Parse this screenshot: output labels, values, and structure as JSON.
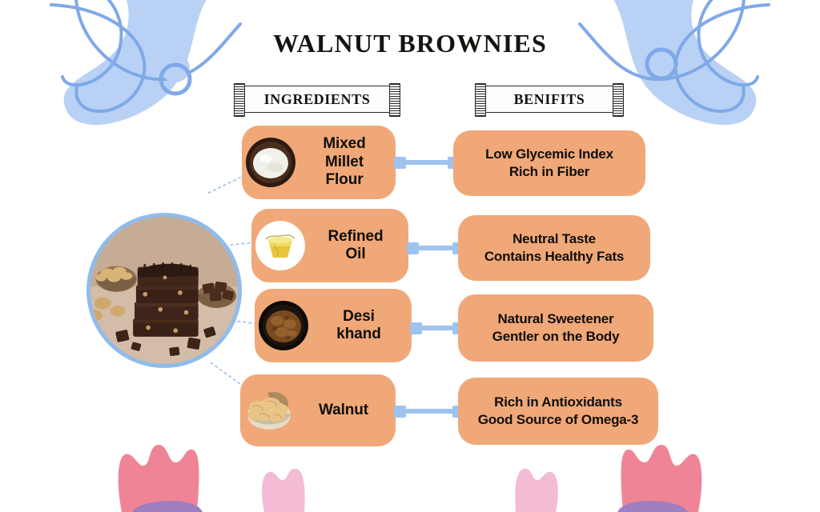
{
  "page": {
    "title": "WALNUT BROWNIES",
    "background_color": "#FFFFFF",
    "card_color": "#F0A878",
    "connector_color": "#9EC3EF",
    "ring_color": "#8FBCEB",
    "blob_color": "#B9D1F4",
    "flower_color": "#F08497",
    "flower_light_color": "#F4BBD4",
    "flower_accent_color": "#9E7EC0"
  },
  "columns": {
    "ingredients_header": "INGREDIENTS",
    "benefits_header": "BENIFITS"
  },
  "hero": {
    "alt": "stack-of-walnut-brownies-with-walnut-bowl-and-chocolate-chunks"
  },
  "rows": [
    {
      "ingredient": "Mixed\nMillet\nFlour",
      "ingredient_lines": [
        "Mixed",
        "Millet",
        "Flour"
      ],
      "icon": "bowl-of-millet-flour-icon",
      "benefit_lines": [
        "Low Glycemic Index",
        "Rich in Fiber"
      ]
    },
    {
      "ingredient": "Refined\nOil",
      "ingredient_lines": [
        "Refined",
        "Oil"
      ],
      "icon": "bowl-of-refined-oil-icon",
      "benefit_lines": [
        "Neutral Taste",
        "Contains Healthy Fats"
      ]
    },
    {
      "ingredient": "Desi\nkhand",
      "ingredient_lines": [
        "Desi",
        "khand"
      ],
      "icon": "bowl-of-desi-khand-icon",
      "benefit_lines": [
        "Natural Sweetener",
        "Gentler on the Body"
      ]
    },
    {
      "ingredient": "Walnut",
      "ingredient_lines": [
        "Walnut"
      ],
      "icon": "bowl-of-walnuts-icon",
      "benefit_lines": [
        "Rich in Antioxidants",
        "Good Source of Omega-3"
      ]
    }
  ]
}
